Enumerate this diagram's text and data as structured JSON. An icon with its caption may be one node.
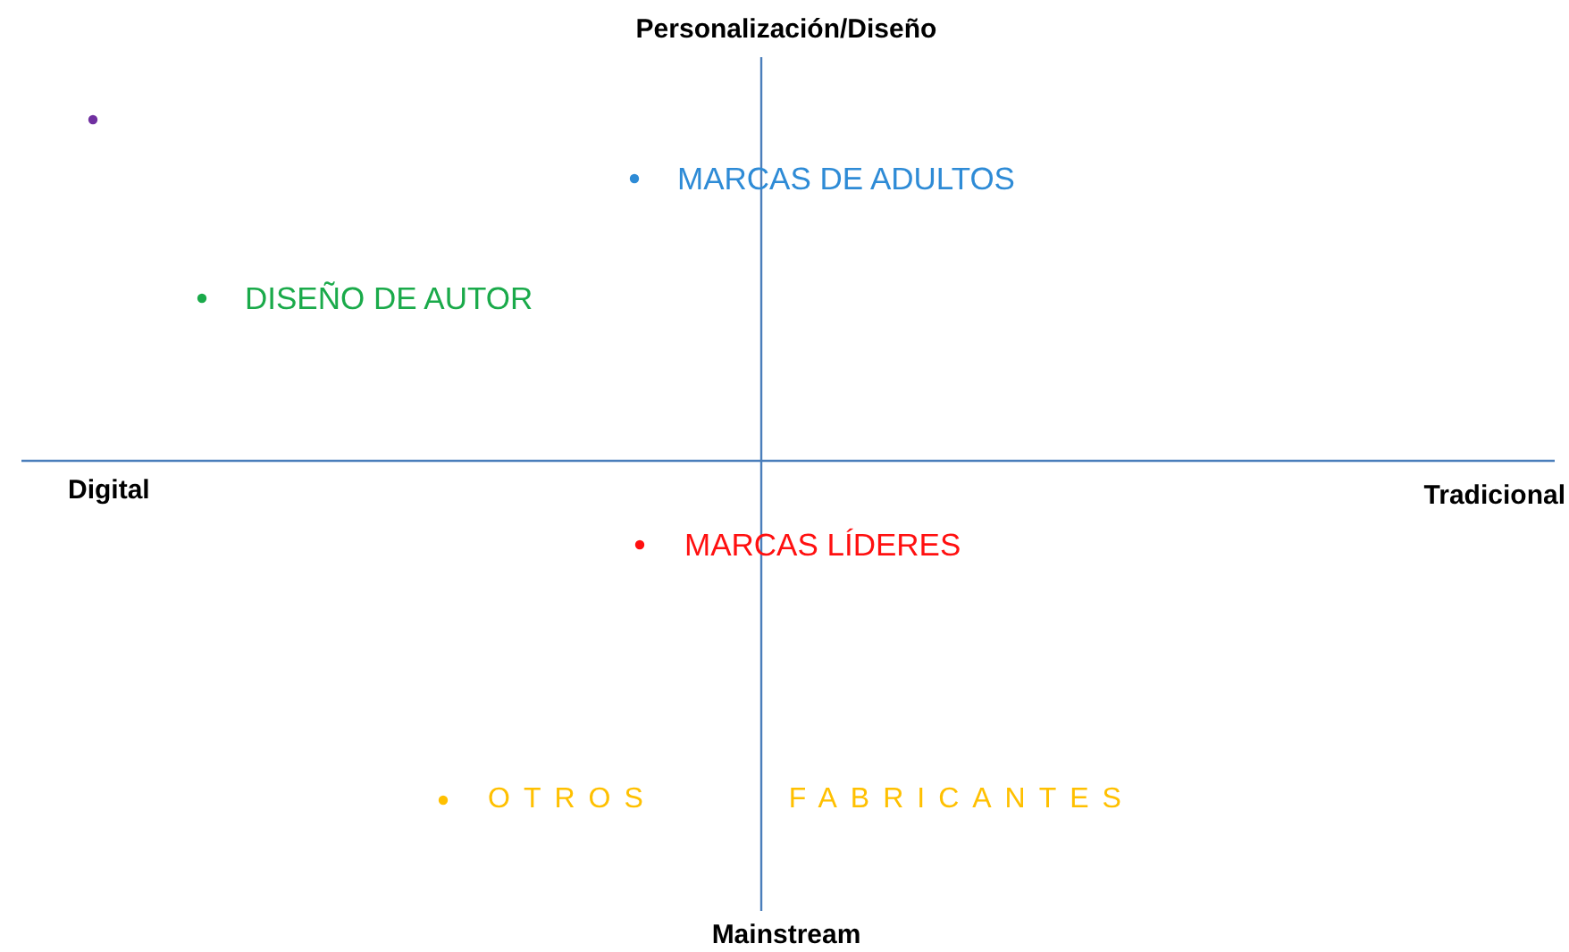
{
  "diagram": {
    "labels": [
      "Personalización/Diseño",
      "Digital",
      "Tradicional",
      "Mainstream",
      "MARCAS DE ADULTOS",
      "DISEÑO DE AUTOR",
      "MARCAS LÍDERES",
      "OTROS FABRICANTES"
    ]
  }
}
